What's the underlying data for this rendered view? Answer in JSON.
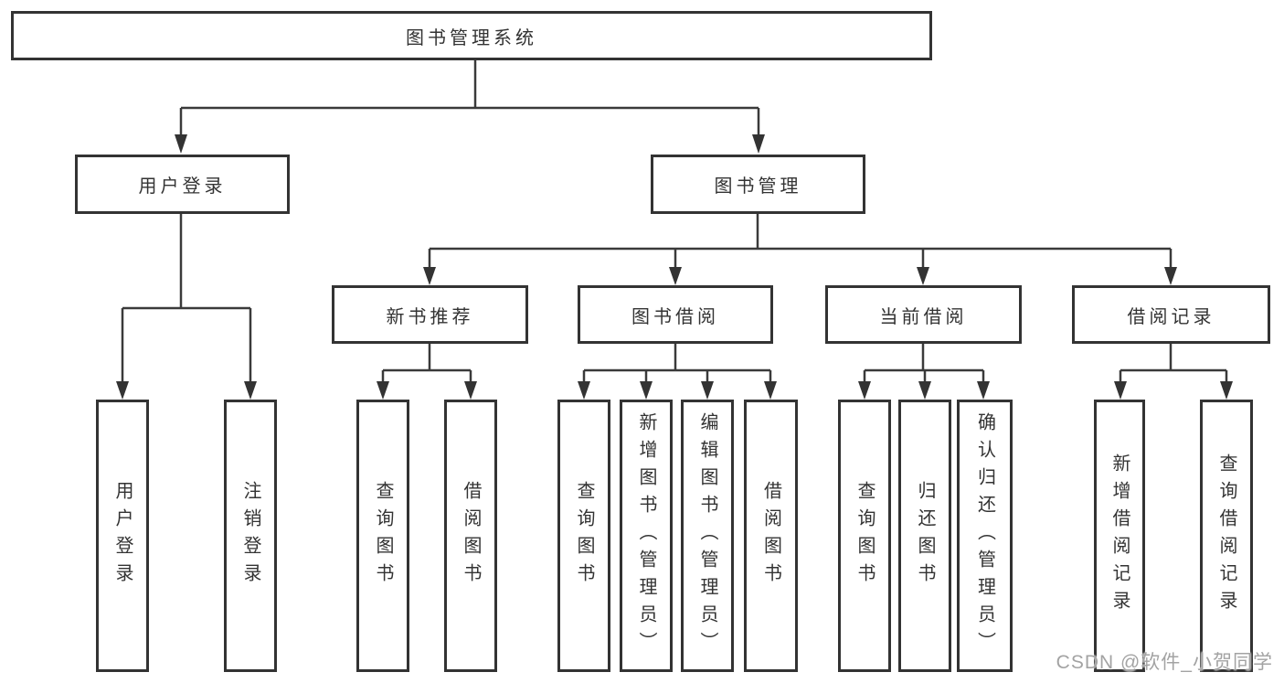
{
  "diagram": {
    "root": {
      "label": "图书管理系统"
    },
    "level2": [
      {
        "label": "用户登录"
      },
      {
        "label": "图书管理"
      }
    ],
    "level3": [
      {
        "label": "新书推荐"
      },
      {
        "label": "图书借阅"
      },
      {
        "label": "当前借阅"
      },
      {
        "label": "借阅记录"
      }
    ],
    "leaves": [
      {
        "label": "用户登录"
      },
      {
        "label": "注销登录"
      },
      {
        "label": "查询图书"
      },
      {
        "label": "借阅图书"
      },
      {
        "label": "查询图书"
      },
      {
        "label": "新增图书（管理员）"
      },
      {
        "label": "编辑图书（管理员）"
      },
      {
        "label": "借阅图书"
      },
      {
        "label": "查询图书"
      },
      {
        "label": "归还图书"
      },
      {
        "label": "确认归还（管理员）"
      },
      {
        "label": "新增借阅记录"
      },
      {
        "label": "查询借阅记录"
      }
    ]
  },
  "watermark": "CSDN @软件_小贺同学",
  "colors": {
    "line": "#3a3a3a",
    "border": "#333333",
    "text": "#333333",
    "watermark": "#a3a3a3",
    "background": "#ffffff"
  }
}
